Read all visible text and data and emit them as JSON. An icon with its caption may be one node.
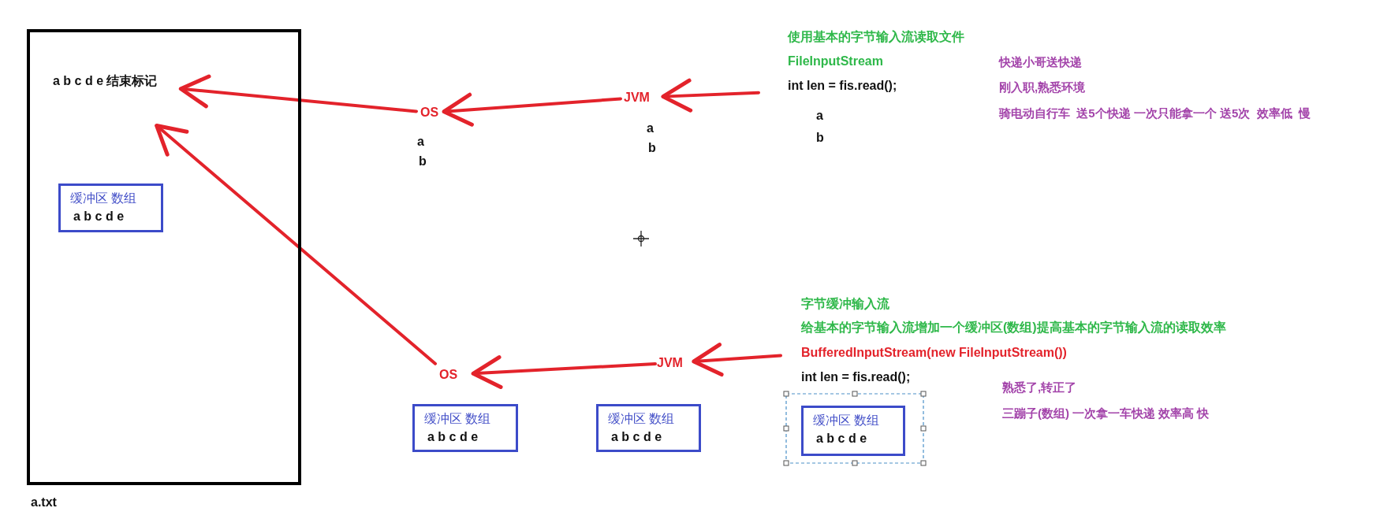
{
  "diagram": {
    "nodes": [
      {
        "text": [],
        "shape": "box",
        "beside": [
          "a.txt"
        ]
      },
      {
        "text": [
          "a b c d e 结束标记"
        ],
        "in": 0
      },
      {
        "text": [
          "缓冲区 数组",
          "a b c d e"
        ],
        "in": 0
      },
      {
        "text": [
          "OS"
        ],
        "beside": [
          "a",
          "b"
        ]
      },
      {
        "text": [
          "JVM"
        ],
        "beside": [
          "a",
          "b"
        ]
      },
      {
        "text": [
          "使用基本的字节输入流读取文件",
          "FileInputStream",
          "int len = fis.read();",
          "a",
          "b"
        ]
      },
      {
        "text": [
          "OS"
        ]
      },
      {
        "text": [
          "缓冲区 数组",
          "a b c d e"
        ]
      },
      {
        "text": [
          "JVM"
        ]
      },
      {
        "text": [
          "缓冲区 数组",
          "a b c d e"
        ]
      },
      {
        "text": [
          "字节缓冲输入流",
          "给基本的字节输入流增加一个缓冲区(数组)提高基本的字节输入流的读取效率",
          "BufferedInputStream(new FileInputStream())",
          "int len = fis.read();"
        ]
      },
      {
        "text": [
          "缓冲区 数组",
          "a b c d e"
        ]
      }
    ],
    "edges": [
      {
        "from": 5,
        "to": 4,
        "arrow": "to"
      },
      {
        "from": 4,
        "to": 3,
        "arrow": "to"
      },
      {
        "from": 3,
        "to": 1,
        "arrow": "to"
      },
      {
        "from": 10,
        "to": 8,
        "arrow": "to"
      },
      {
        "from": 8,
        "to": 6,
        "arrow": "to"
      },
      {
        "from": 6,
        "to": 1,
        "arrow": "to"
      }
    ],
    "labels": [
      "快递小哥送快递",
      "刚入职,熟悉环境",
      "骑电动自行车  送5个快递 一次只能拿一个 送5次  效率低  慢",
      "熟悉了,转正了",
      "三蹦子(数组) 一次拿一车快递 效率高 快"
    ]
  }
}
